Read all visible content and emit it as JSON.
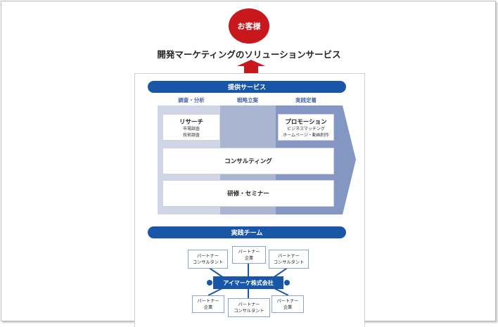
{
  "customer": "お客様",
  "headline": "開発マーケティングのソリューションサービス",
  "services": {
    "title": "提供サービス",
    "columns": [
      "調査・分析",
      "戦略立案",
      "実践定着"
    ],
    "research": {
      "title": "リサーチ",
      "items": [
        "市場調査",
        "技術調査"
      ]
    },
    "promotion": {
      "title": "プロモーション",
      "items": [
        "ビジネスマッチング",
        "ホームページ・動画制作"
      ]
    },
    "consulting": "コンサルティング",
    "training": "研修・セミナー"
  },
  "team": {
    "title": "実践チーム",
    "center": "アイマーケ株式会社",
    "nodes": [
      [
        "パートナー",
        "コンサルタント"
      ],
      [
        "パートナー",
        "企業"
      ],
      [
        "パートナー",
        "コンサルタント"
      ],
      [
        "パートナー",
        "企業"
      ],
      [
        "パートナー",
        "コンサルタント"
      ],
      [
        "パートナー",
        "企業"
      ]
    ]
  },
  "colors": {
    "red": "#c8171d",
    "blue": "#1a56a8",
    "band_light": "#cfd5e6",
    "band_mid": "#aab5d2",
    "band_dark": "#8497c2"
  }
}
